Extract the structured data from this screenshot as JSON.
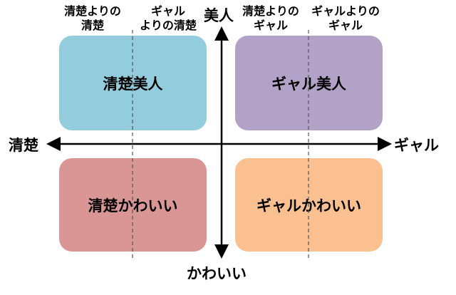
{
  "axes": {
    "left": "清楚",
    "right": "ギャル",
    "top": "美人",
    "bottom": "かわいい"
  },
  "column_labels": [
    {
      "line1": "清楚よりの",
      "line2": "清楚"
    },
    {
      "line1": "ギャル",
      "line2": "よりの清楚"
    },
    {
      "line1": "清楚よりの",
      "line2": "ギャル"
    },
    {
      "line1": "ギャルよりの",
      "line2": "ギャル"
    }
  ],
  "quadrants": [
    {
      "label": "清楚美人",
      "color": "#93cddd"
    },
    {
      "label": "ギャル美人",
      "color": "#b3a2c7"
    },
    {
      "label": "清楚かわいい",
      "color": "#d99694"
    },
    {
      "label": "ギャルかわいい",
      "color": "#fac090"
    }
  ]
}
